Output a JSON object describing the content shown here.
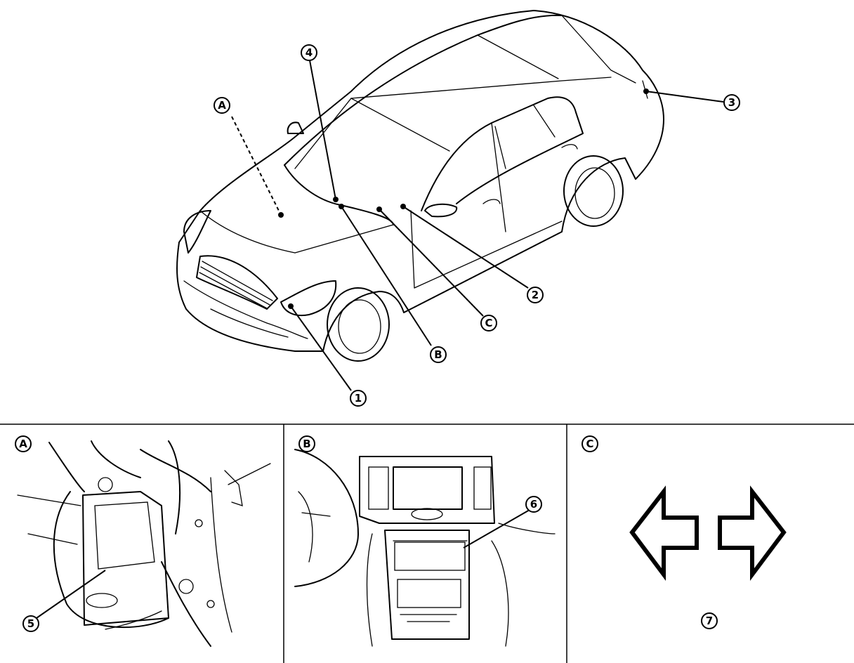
{
  "labels": {
    "car": {
      "A": "A",
      "B": "B",
      "C": "C",
      "one": "1",
      "two": "2",
      "three": "3",
      "four": "4"
    },
    "panels": {
      "A": {
        "label": "A",
        "part": "5"
      },
      "B": {
        "label": "B",
        "part": "6"
      },
      "C": {
        "label": "C",
        "part": "7"
      }
    }
  }
}
